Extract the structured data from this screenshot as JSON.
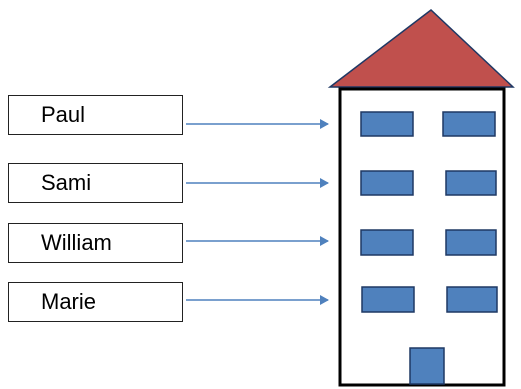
{
  "diagram": {
    "names": [
      {
        "label": "Paul"
      },
      {
        "label": "Sami"
      },
      {
        "label": "William"
      },
      {
        "label": "Marie"
      }
    ],
    "colors": {
      "roof": "#c0504d",
      "window": "#4f81bd",
      "window_border": "#1f3864",
      "arrow": "#4f81bd",
      "outline": "#000000"
    },
    "floors": 4,
    "windows_per_floor": 2
  }
}
